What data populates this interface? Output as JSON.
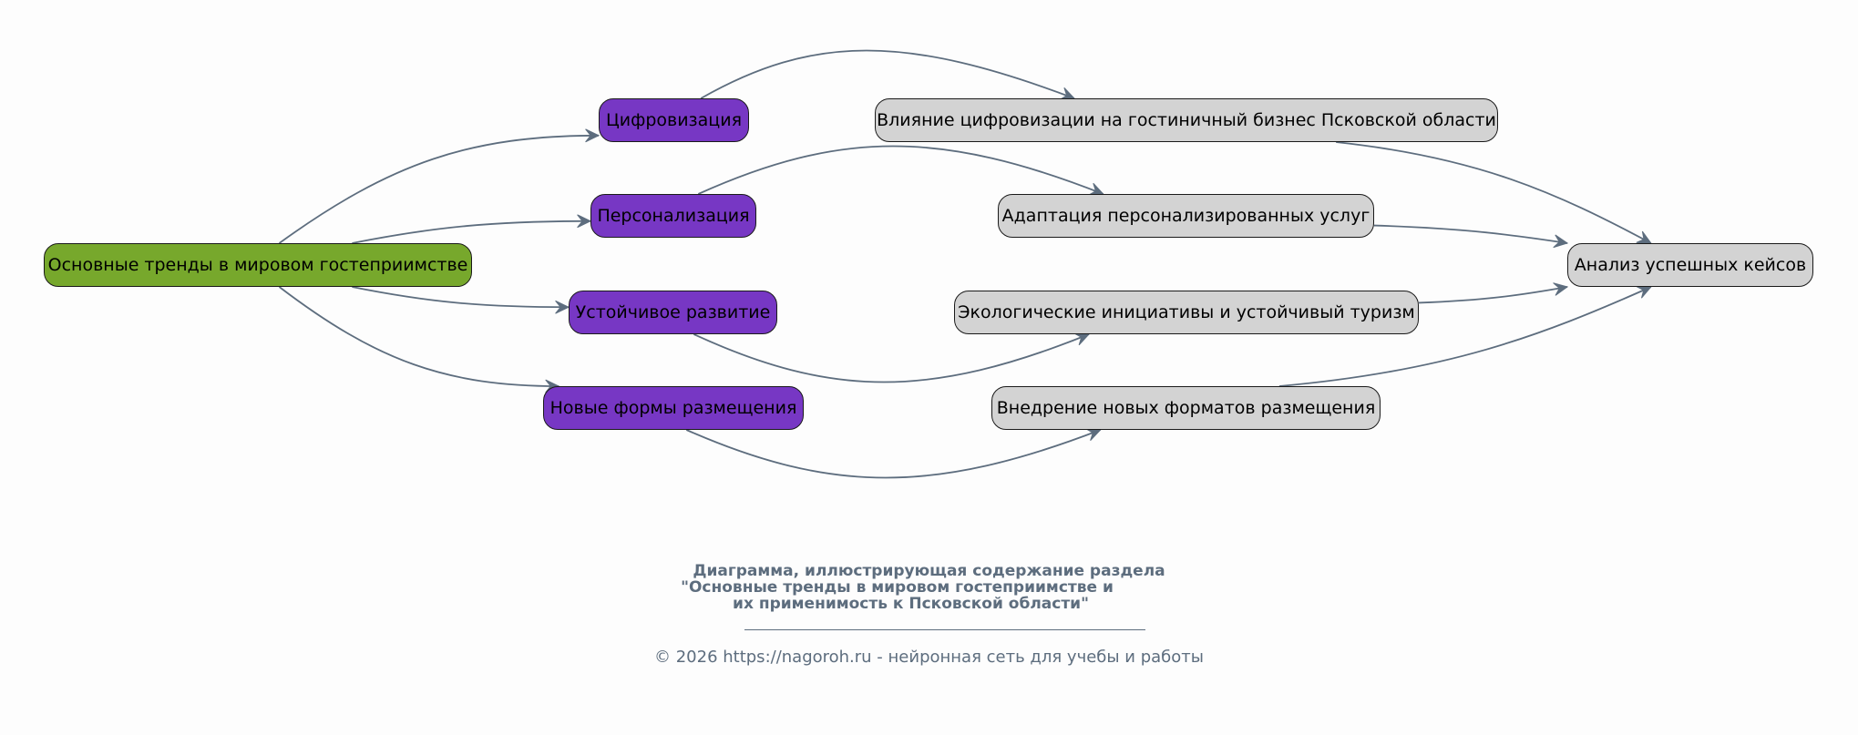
{
  "diagram": {
    "nodes": {
      "root": {
        "label": "Основные тренды в мировом гостеприимстве"
      },
      "digitalization": {
        "label": "Цифровизация"
      },
      "personalization": {
        "label": "Персонализация"
      },
      "sustainability": {
        "label": "Устойчивое развитие"
      },
      "new_accommodation": {
        "label": "Новые формы размещения"
      },
      "digital_impact": {
        "label": "Влияние цифровизации на гостиничный бизнес Псковской области"
      },
      "personalized_services": {
        "label": "Адаптация персонализированных услуг"
      },
      "eco_initiatives": {
        "label": "Экологические инициативы и устойчивый туризм"
      },
      "new_formats": {
        "label": "Внедрение новых форматов размещения"
      },
      "case_analysis": {
        "label": "Анализ успешных кейсов"
      }
    },
    "edges": [
      {
        "from": "root",
        "to": "digitalization"
      },
      {
        "from": "root",
        "to": "personalization"
      },
      {
        "from": "root",
        "to": "sustainability"
      },
      {
        "from": "root",
        "to": "new_accommodation"
      },
      {
        "from": "digitalization",
        "to": "digital_impact"
      },
      {
        "from": "personalization",
        "to": "personalized_services"
      },
      {
        "from": "sustainability",
        "to": "eco_initiatives"
      },
      {
        "from": "new_accommodation",
        "to": "new_formats"
      },
      {
        "from": "digital_impact",
        "to": "case_analysis"
      },
      {
        "from": "personalized_services",
        "to": "case_analysis"
      },
      {
        "from": "eco_initiatives",
        "to": "case_analysis"
      },
      {
        "from": "new_formats",
        "to": "case_analysis"
      }
    ],
    "colors": {
      "root": "#77a82c",
      "trend": "#7737c4",
      "topic": "#d3d3d3",
      "edge": "#5d6d7e",
      "caption": "#5d6d7e",
      "background": "#fdfdfd"
    }
  },
  "caption": {
    "lines": [
      "Диаграмма, иллюстрирующая содержание раздела",
      "\"Основные тренды в мировом гостеприимстве и",
      "их применимость к Псковской области\""
    ]
  },
  "footer": {
    "text": "© 2026 https://nagoroh.ru - нейронная сеть для учебы и работы"
  }
}
